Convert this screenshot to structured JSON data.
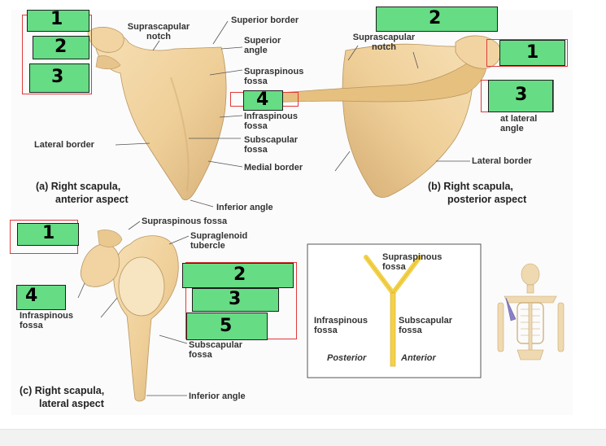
{
  "labels": {
    "a_suprascapular_notch": "Suprascapular notch",
    "a_superior_border": "Superior border",
    "a_superior_angle": "Superior angle",
    "a_supraspinous_fossa": "Supraspinous fossa",
    "a_infraspinous_fossa": "Infraspinous fossa",
    "a_subscapular_fossa": "Subscapular fossa",
    "a_medial_border": "Medial border",
    "a_lateral_border": "Lateral border",
    "a_inferior_angle": "Inferior angle",
    "b_suprascapular_notch": "Suprascapular notch",
    "b_at_lateral_angle": "at lateral angle",
    "b_lateral_border": "Lateral border",
    "c_supraspinous_fossa": "Supraspinous fossa",
    "c_supraglenoid_tubercle": "Supraglenoid tubercle",
    "c_infraspinous_fossa": "Infraspinous fossa",
    "c_subscapular_fossa": "Subscapular fossa",
    "c_inferior_angle": "Inferior angle"
  },
  "captions": {
    "a_line1": "(a) Right scapula,",
    "a_line2": "anterior aspect",
    "b_line1": "(b) Right scapula,",
    "b_line2": "posterior aspect",
    "c_line1": "(c) Right scapula,",
    "c_line2": "lateral aspect"
  },
  "legend": {
    "supraspinous": "Supraspinous fossa",
    "infraspinous": "Infraspinous fossa",
    "subscapular": "Subscapular fossa",
    "posterior": "Posterior",
    "anterior": "Anterior"
  },
  "answer_boxes": {
    "a_top": "1",
    "a_mid": "2",
    "a_bot": "3",
    "b_top": "2",
    "b_right": "1",
    "b_mid": "4",
    "b_right2": "3",
    "c_top": "1",
    "c_left": "4",
    "c_r1": "2",
    "c_r2": "3",
    "c_r3": "5"
  },
  "colors": {
    "bone": "#f1d4a2",
    "bone_shade": "#d9b57c",
    "answer_box": "#66dc84",
    "annotation_red": "#e0393a",
    "legend_bar": "#f3d24a"
  }
}
